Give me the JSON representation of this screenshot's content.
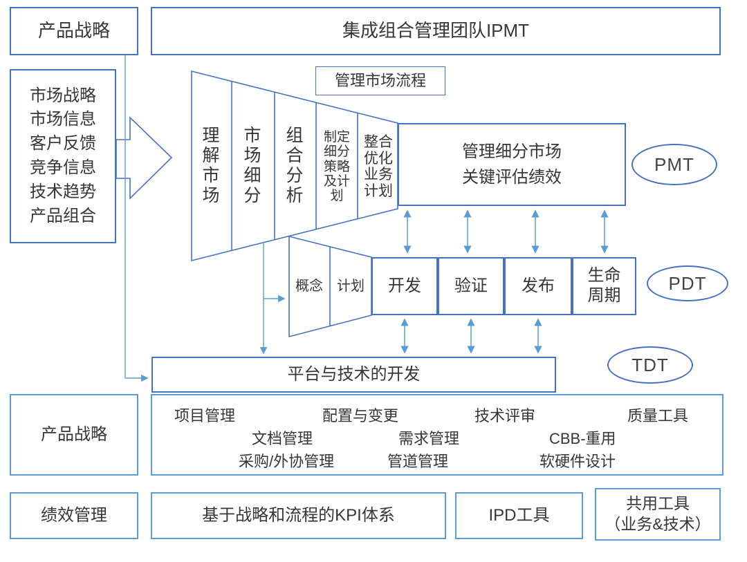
{
  "colors": {
    "line": "#4472C4",
    "arrow": "#5B9BD5",
    "box": "#5B9BD5",
    "text": "#363636"
  },
  "top": {
    "product_strategy": "产品战略",
    "ipmt": "集成组合管理团队IPMT"
  },
  "inputs": [
    "市场战略",
    "市场信息",
    "客户反馈",
    "竞争信息",
    "技术趋势",
    "产品组合"
  ],
  "market_process": {
    "label": "管理市场流程",
    "stages": [
      "理解市场",
      "市场细分",
      "组合分析",
      "制定细分策略及计划",
      "整合优化业务计划"
    ],
    "manage_box": [
      "管理细分市场",
      "关键评估绩效"
    ]
  },
  "pdt_process": {
    "stages": [
      "概念",
      "计划",
      "开发",
      "验证",
      "发布",
      "生命周期"
    ]
  },
  "platform": {
    "label": "平台与技术的开发"
  },
  "teams": {
    "pmt": "PMT",
    "pdt": "PDT",
    "tdt": "TDT"
  },
  "tools": {
    "title": "产品战略",
    "rows": [
      [
        "项目管理",
        "配置与变更",
        "技术评审",
        "质量工具"
      ],
      [
        "文档管理",
        "需求管理",
        "CBB-重用"
      ],
      [
        "采购/外协管理",
        "管道管理",
        "软硬件设计"
      ]
    ]
  },
  "bottom": {
    "perf": "绩效管理",
    "kpi": "基于战略和流程的KPI体系",
    "ipd_tools": "IPD工具",
    "shared_tools": [
      "共用工具",
      "（业务&技术）"
    ]
  }
}
